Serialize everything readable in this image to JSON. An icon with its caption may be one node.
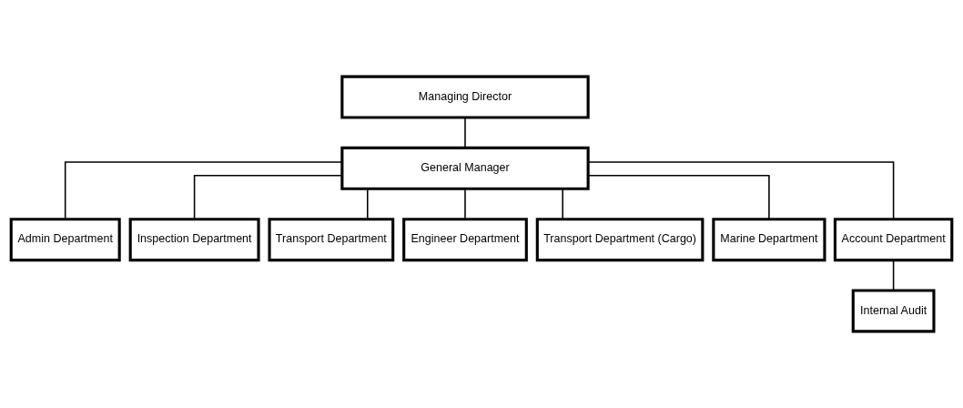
{
  "diagram": {
    "nodes": [
      {
        "text": [
          "Managing Director"
        ]
      },
      {
        "text": [
          "General Manager"
        ]
      },
      {
        "text": [
          "Admin Department"
        ]
      },
      {
        "text": [
          "Inspection Department"
        ]
      },
      {
        "text": [
          "Transport Department"
        ]
      },
      {
        "text": [
          "Engineer Department"
        ]
      },
      {
        "text": [
          "Transport Department (Cargo)"
        ]
      },
      {
        "text": [
          "Marine Department"
        ]
      },
      {
        "text": [
          "Account Department"
        ]
      },
      {
        "text": [
          "Internal Audit"
        ]
      }
    ],
    "edges": [
      {
        "from": 0,
        "to": 1,
        "arrow": "none"
      },
      {
        "from": 1,
        "to": 2,
        "arrow": "none"
      },
      {
        "from": 1,
        "to": 3,
        "arrow": "none"
      },
      {
        "from": 1,
        "to": 4,
        "arrow": "none"
      },
      {
        "from": 1,
        "to": 5,
        "arrow": "none"
      },
      {
        "from": 1,
        "to": 6,
        "arrow": "none"
      },
      {
        "from": 1,
        "to": 7,
        "arrow": "none"
      },
      {
        "from": 1,
        "to": 8,
        "arrow": "none"
      },
      {
        "from": 8,
        "to": 9,
        "arrow": "none"
      }
    ]
  }
}
